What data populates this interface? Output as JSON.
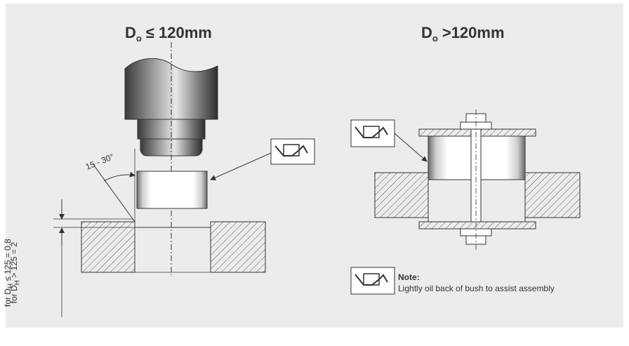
{
  "left_title": {
    "d": "D",
    "sub": "o",
    "rest": "≤ 120mm"
  },
  "right_title": {
    "d": "D",
    "sub": "o",
    "rest": ">120mm"
  },
  "angle_label": "15 - 30°",
  "dimension_line1": "for D",
  "dimension_line1_sub": "H",
  "dimension_line1_rest": " ≤ 125 = 0.8",
  "dimension_line2": "for D",
  "dimension_line2_sub": "H",
  "dimension_line2_rest": " > 125 = 2",
  "note": {
    "label": "Note:",
    "text": "Lightly oil back of bush to assist assembly"
  },
  "icons": [
    "oil-can-icon"
  ],
  "colors": {
    "panel": "#ececec",
    "line": "#333333",
    "hatch": "#555555"
  }
}
